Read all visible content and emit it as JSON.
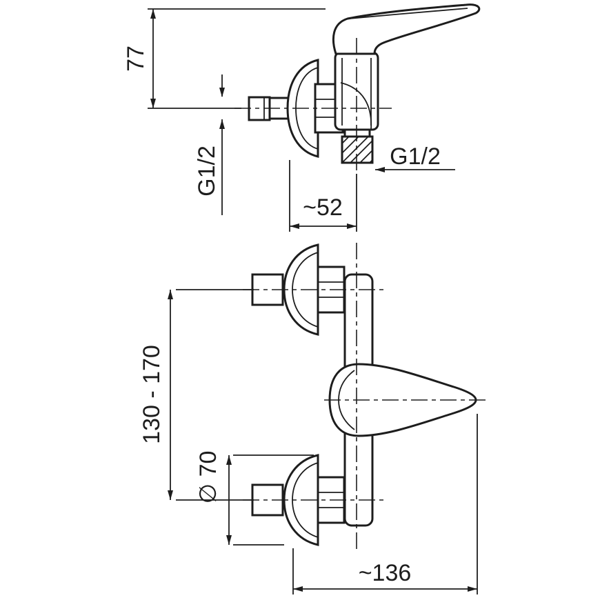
{
  "colors": {
    "line": "#1d1d1d",
    "background": "#ffffff"
  },
  "dimensions": {
    "handle_height": "77",
    "inlet_thread": "G1/2",
    "outlet_thread": "G1/2",
    "wall_to_outlet_axis": "~52",
    "connection_spacing_range": "130 - 170",
    "rosette_diameter": "∅ 70",
    "overall_depth": "~136"
  }
}
